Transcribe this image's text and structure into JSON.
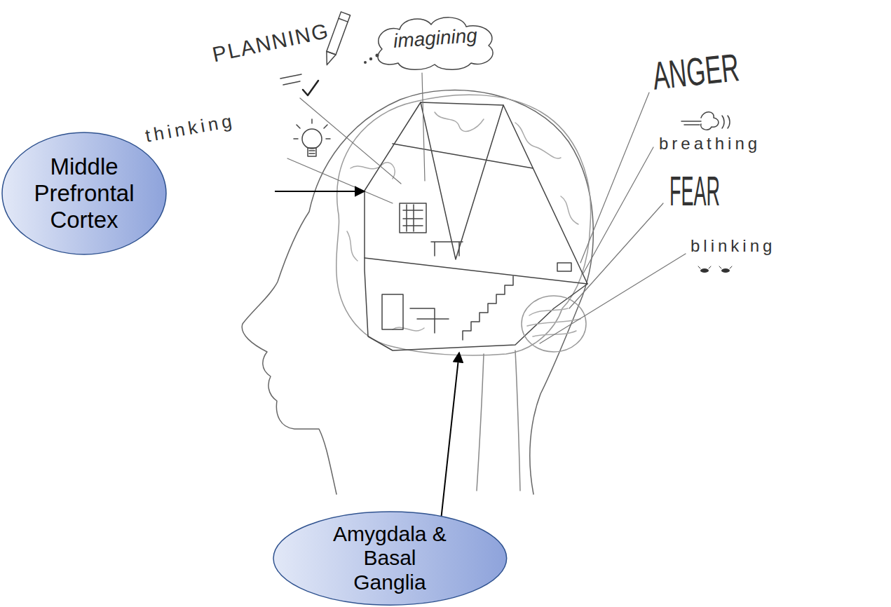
{
  "diagram": {
    "nodes": [
      {
        "text": [
          "Middle Prefrontal Cortex"
        ]
      },
      {
        "text": [
          "Amygdala & Basal Ganglia"
        ]
      }
    ],
    "labels": [
      "PLANNING",
      "imagining",
      "thinking",
      "ANGER",
      "breathing",
      "FEAR",
      "blinking"
    ]
  }
}
